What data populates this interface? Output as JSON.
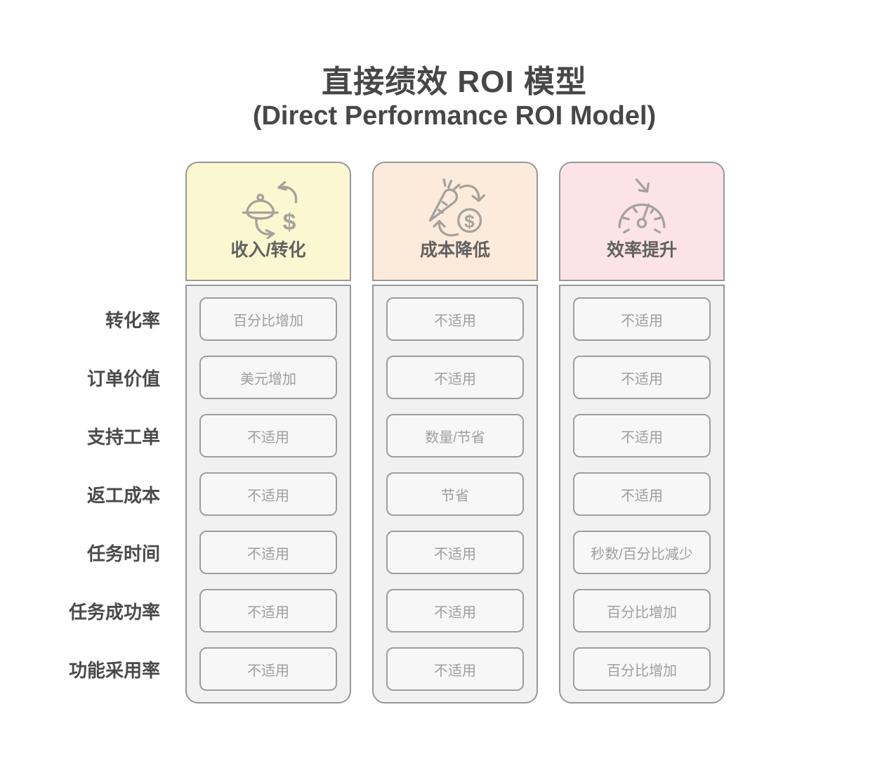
{
  "title": {
    "line1": "直接绩效 ROI 模型",
    "line2": "(Direct Performance ROI Model)"
  },
  "rows": {
    "0": {
      "label": "转化率"
    },
    "1": {
      "label": "订单价值"
    },
    "2": {
      "label": "支持工单"
    },
    "3": {
      "label": "返工成本"
    },
    "4": {
      "label": "任务时间"
    },
    "5": {
      "label": "任务成功率"
    },
    "6": {
      "label": "功能采用率"
    }
  },
  "columns": {
    "0": {
      "label": "收入/转化",
      "icon": "dish-dollar-swap-icon",
      "header_bg": "#fbf7d0",
      "cells": [
        "百分比增加",
        "美元增加",
        "不适用",
        "不适用",
        "不适用",
        "不适用",
        "不适用"
      ]
    },
    "1": {
      "label": "成本降低",
      "icon": "carrot-dollar-cycle-icon",
      "header_bg": "#fcebdb",
      "cells": [
        "不适用",
        "不适用",
        "数量/节省",
        "节省",
        "不适用",
        "不适用",
        "不适用"
      ]
    },
    "2": {
      "label": "效率提升",
      "icon": "gauge-arrow-icon",
      "header_bg": "#fbe3e7",
      "cells": [
        "不适用",
        "不适用",
        "不适用",
        "不适用",
        "秒数/百分比减少",
        "百分比增加",
        "百分比增加"
      ]
    }
  },
  "colors": {
    "background": "#ffffff",
    "title_text": "#474747",
    "row_label_text": "#4a4a4a",
    "column_title_text": "#616161",
    "cell_text": "#9e9e9e",
    "card_border": "#979797",
    "cell_border": "#9e9e9e",
    "column_body_bg": "#f1f1f1",
    "cell_bg": "#f7f7f7",
    "header_revenue_bg": "#fbf7d0",
    "header_cost_bg": "#fcebdb",
    "header_efficiency_bg": "#fbe3e7",
    "icon_stroke": "#a5a29c"
  }
}
